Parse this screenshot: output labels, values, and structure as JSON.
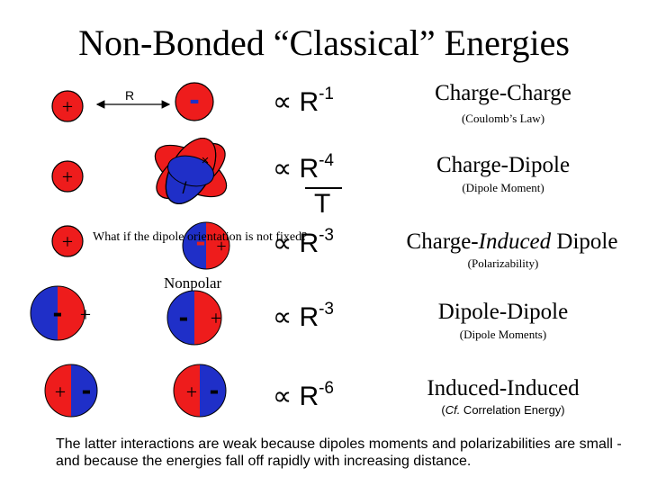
{
  "title": "Non-Bonded “Classical” Energies",
  "colors": {
    "positive": "#ee1c1c",
    "negative": "#1f2fc8",
    "outline": "#000000"
  },
  "signs": {
    "plus": "+",
    "minus": "-",
    "cross": "×",
    "slash": "/"
  },
  "distance_label": "R",
  "proportional_symbol": "∝",
  "temperature_symbol": "T",
  "question": "What if the dipole orientation is not fixed?",
  "nonpolar_label": "Nonpolar",
  "rows": [
    {
      "base": "R",
      "exponent": "-1",
      "name": "Charge-Charge",
      "sub": "(Coulomb’s Law)"
    },
    {
      "base": "R",
      "exponent": "-4",
      "name": "Charge-Dipole",
      "sub": "(Dipole Moment)"
    },
    {
      "base": "R",
      "exponent": "-3",
      "name_prefix": "Charge-",
      "name_italic": "Induced",
      "name_suffix": " Dipole",
      "sub": "(Polarizability)"
    },
    {
      "base": "R",
      "exponent": "-3",
      "name": "Dipole-Dipole",
      "sub": "(Dipole Moments)"
    },
    {
      "base": "R",
      "exponent": "-6",
      "name": "Induced-Induced",
      "sub_italic": "Cf.",
      "sub_rest": " Correlation Energy)"
    }
  ],
  "footer": "The latter interactions are weak because dipoles moments and polarizabilities are small - and because the energies fall off rapidly with increasing distance."
}
